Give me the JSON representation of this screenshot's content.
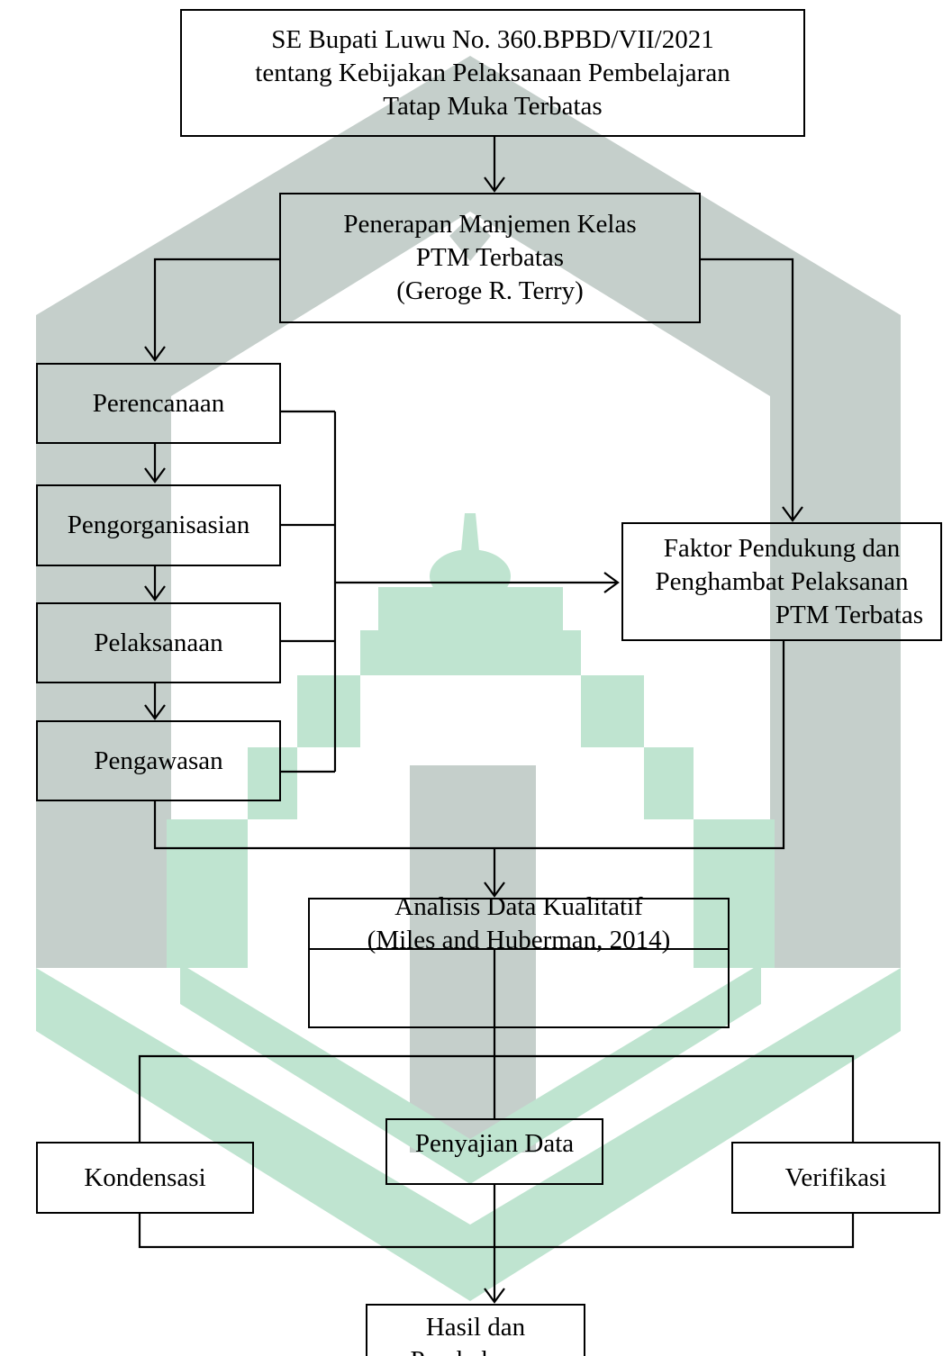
{
  "diagram": {
    "nodes": {
      "policy": {
        "lines": [
          "SE Bupati Luwu No. 360.BPBD/VII/2021",
          "tentang Kebijakan Pelaksanaan Pembelajaran",
          "Tatap Muka Terbatas"
        ]
      },
      "management": {
        "lines": [
          "Penerapan Manjemen Kelas",
          "PTM Terbatas",
          "(Geroge R. Terry)"
        ]
      },
      "planning": {
        "label": "Perencanaan"
      },
      "organizing": {
        "label": "Pengorganisasian"
      },
      "implementing": {
        "label": "Pelaksanaan"
      },
      "supervising": {
        "label": "Pengawasan"
      },
      "factors": {
        "lines": [
          "Faktor Pendukung dan",
          "Penghambat Pelaksanan",
          "PTM Terbatas"
        ]
      },
      "analysis": {
        "lines": [
          "Analisis Data Kualitatif",
          "(Miles and Huberman, 2014)"
        ]
      },
      "condensation": {
        "label": "Kondensasi"
      },
      "presentation": {
        "label": "Penyajian Data"
      },
      "verification": {
        "label": "Verifikasi"
      },
      "results": {
        "lines": [
          "Hasil dan",
          "Pembahasan"
        ]
      }
    },
    "watermark": {
      "gray": "#c5cfcb",
      "green": "#bfe4d0"
    }
  }
}
